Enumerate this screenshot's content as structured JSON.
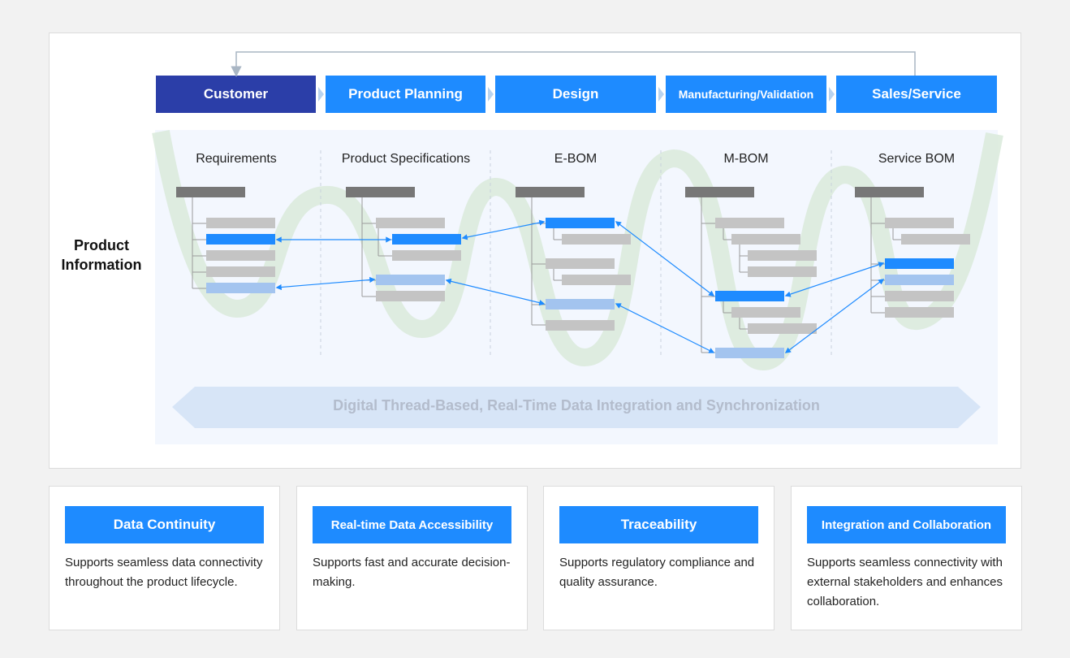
{
  "stages": [
    {
      "label": "Customer"
    },
    {
      "label": "Product Planning"
    },
    {
      "label": "Design"
    },
    {
      "label": "Manufacturing/Validation"
    },
    {
      "label": "Sales/Service"
    }
  ],
  "side_label": [
    "Product",
    "Information"
  ],
  "columns": [
    {
      "label": "Requirements"
    },
    {
      "label": "Product Specifications"
    },
    {
      "label": "E-BOM"
    },
    {
      "label": "M-BOM"
    },
    {
      "label": "Service BOM"
    }
  ],
  "banner": "Digital Thread-Based, Real-Time Data Integration and Synchronization",
  "cards": [
    {
      "title": "Data Continuity",
      "desc": "Supports seamless data connectivity throughout the product lifecycle."
    },
    {
      "title": "Real-time Data Accessibility",
      "desc": "Supports fast and accurate decision-making."
    },
    {
      "title": "Traceability",
      "desc": "Supports regulatory compliance and quality assurance."
    },
    {
      "title": "Integration and Collaboration",
      "desc": "Supports seamless connectivity with external stakeholders and enhances collaboration."
    }
  ],
  "colors": {
    "stage_first": "#2b3ea8",
    "stage": "#1e8bff",
    "bar_dark": "#777777",
    "bar_gray": "#c4c4c4",
    "bar_blue": "#1e8bff",
    "bar_lightblue": "#a3c4ef",
    "wave": "#d9eadb"
  }
}
